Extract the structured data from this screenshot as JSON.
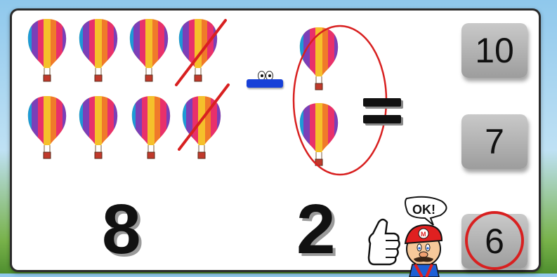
{
  "problem": {
    "minuend_value": "8",
    "subtrahend_value": "2",
    "balloons_total": 8,
    "balloons_crossed": 2,
    "balloons_taken_away": 2,
    "operator": "minus",
    "equals": "equals"
  },
  "answer_choices": [
    {
      "label": "10",
      "selected": false
    },
    {
      "label": "7",
      "selected": false
    },
    {
      "label": "6",
      "selected": true
    }
  ],
  "mascot": {
    "speech_text": "OK!"
  },
  "colors": {
    "minus_blue": "#1740d8",
    "highlight_red": "#d82020",
    "button_gray": "#a9a9a9",
    "balloon_stripes": [
      "#e8306b",
      "#f07a2a",
      "#f5c02b",
      "#7b3fb8",
      "#1e9ad6"
    ]
  },
  "icons": [
    "hot-air-balloon-icon",
    "minus-sign-icon",
    "equals-sign-icon",
    "thumbs-up-mascot-icon"
  ]
}
